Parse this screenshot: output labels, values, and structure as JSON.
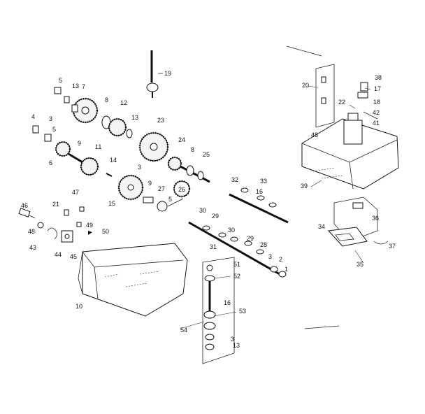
{
  "diagram": {
    "labels": [
      "1",
      "2",
      "3",
      "3",
      "3",
      "3",
      "4",
      "5",
      "5",
      "5",
      "6",
      "7",
      "8",
      "8",
      "9",
      "9",
      "11",
      "12",
      "13",
      "13",
      "13",
      "14",
      "15",
      "16",
      "16",
      "17",
      "18",
      "19",
      "20",
      "21",
      "22",
      "23",
      "24",
      "25",
      "26",
      "27",
      "28",
      "29",
      "29",
      "30",
      "30",
      "31",
      "32",
      "33",
      "34",
      "35",
      "36",
      "37",
      "38",
      "39",
      "41",
      "42",
      "43",
      "44",
      "45",
      "46",
      "47",
      "48",
      "48",
      "49",
      "50",
      "51",
      "52",
      "53",
      "54"
    ],
    "printed_mark": "10"
  }
}
